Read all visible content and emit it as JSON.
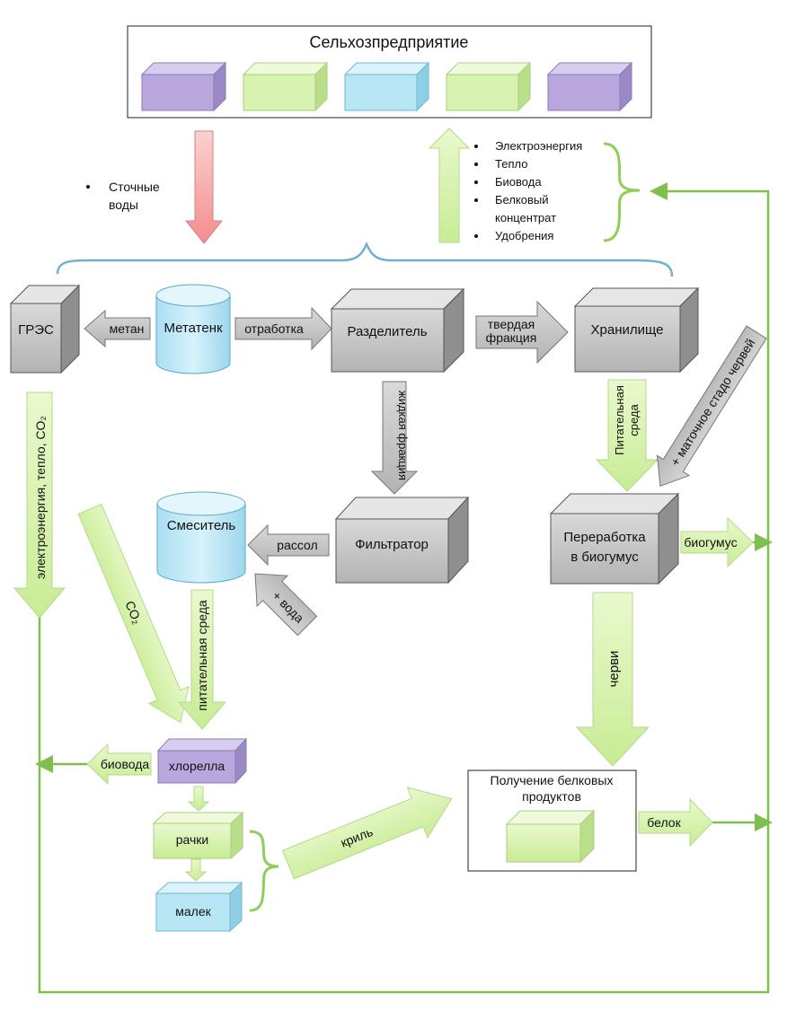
{
  "title": "Сельхозпредприятие",
  "colors": {
    "purple": "#b9a6dc",
    "green": "#d8f3b0",
    "blue": "#b9e6f4",
    "gray": "#c9c9c9",
    "red": "#f6a5a5",
    "curve": "#8fce58",
    "loop": "#7fbf4d",
    "brace": "#6fb0cf"
  },
  "top_boxes": [
    "purple",
    "green",
    "blue",
    "green",
    "purple"
  ],
  "wastewater": "Сточные воды",
  "outputs": [
    "Электроэнергия",
    "Тепло",
    "Биовода",
    "Белковый концентрат",
    "Удобрения"
  ],
  "nodes": {
    "gres": "ГРЭС",
    "metatank": "Метатенк",
    "separator": "Разделитель",
    "storage": "Хранилище",
    "mixer": "Смеситель",
    "filter": "Фильтратор",
    "processing": "Переработка в биогумус",
    "chlorella": "хлорелла",
    "shrimp": "рачки",
    "fry": "малек",
    "protein_products": "Получение белковых продуктов"
  },
  "arrows": {
    "methane": "метан",
    "spent": "отработка",
    "solid_fraction": "твердая фракция",
    "liquid_fraction": "жидкая фракция",
    "nutrient_medium_cap": "Питательная среда",
    "brood_worms": "+ маточное стадо червей",
    "brine": "рассол",
    "water": "+ вода",
    "biohumus": "биогумус",
    "energy": "электроэнергия, тепло, CO₂",
    "co2": "CO₂",
    "nutrient_medium": "питательная среда",
    "worms": "черви",
    "biowater": "биовода",
    "krill": "криль",
    "protein": "белок"
  }
}
